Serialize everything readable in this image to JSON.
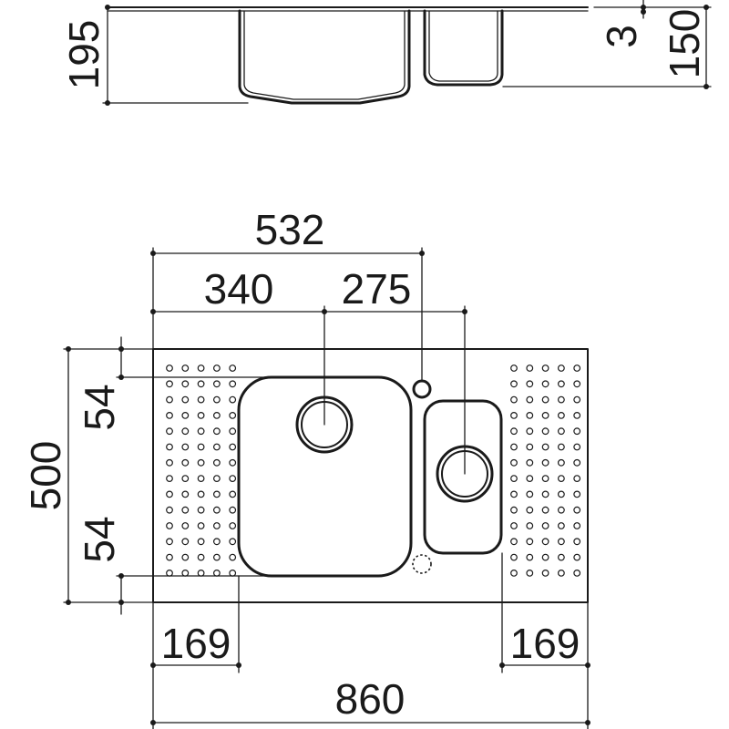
{
  "dimensions": {
    "side_depth_main": "195",
    "side_depth_small": "150",
    "side_rim": "3",
    "top_overall_bowl_span": "532",
    "top_main_bowl_center": "340",
    "top_small_bowl_center": "275",
    "left_total_depth": "500",
    "left_top_margin": "54",
    "left_bottom_margin": "54",
    "bottom_left_drainer": "169",
    "bottom_right_drainer": "169",
    "bottom_overall_width": "860"
  }
}
